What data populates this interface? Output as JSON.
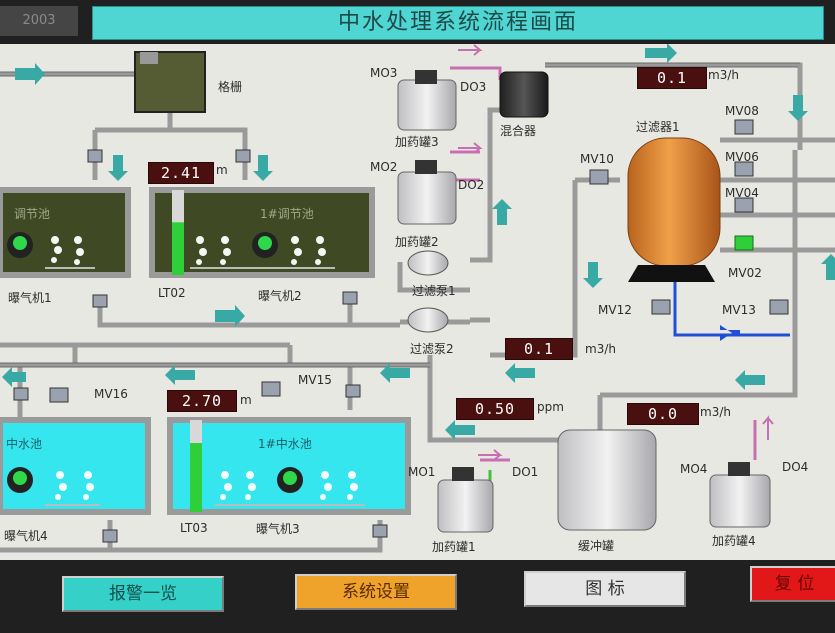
{
  "window": {
    "corner_text": "2003",
    "title": "中水处理系统流程画面"
  },
  "units": {
    "flow": "m3/h",
    "level": "m",
    "conc": "ppm"
  },
  "readouts": {
    "flow_top": "0.1",
    "level_lt02": "2.41",
    "flow_mid": "0.1",
    "level_lt03": "2.70",
    "conc": "0.50",
    "flow_right": "0.0"
  },
  "labels": {
    "screen": "格栅",
    "mixer": "混合器",
    "filter": "过滤器1",
    "dosing_tank3": "加药罐3",
    "dosing_tank2": "加药罐2",
    "dosing_tank1": "加药罐1",
    "dosing_tank4": "加药罐4",
    "buffer_tank": "缓冲罐",
    "pump1": "过滤泵1",
    "pump2": "过滤泵2",
    "blower1": "曝气机1",
    "blower2": "曝气机2",
    "blower3": "曝气机3",
    "blower4": "曝气机4",
    "pool_left_top": "调节池",
    "pool_right_top": "1#调节池",
    "pool_left_bottom": "中水池",
    "pool_right_bottom": "1#中水池"
  },
  "tags": {
    "mo3": "MO3",
    "do3": "DO3",
    "mo2": "MO2",
    "do2": "DO2",
    "mo1": "MO1",
    "do1": "DO1",
    "mo4": "MO4",
    "do4": "DO4",
    "mv10": "MV10",
    "mv08": "MV08",
    "mv06": "MV06",
    "mv04": "MV04",
    "mv02": "MV02",
    "mv12": "MV12",
    "mv13": "MV13",
    "mv15": "MV15",
    "mv16": "MV16",
    "lt02": "LT02",
    "lt03": "LT03"
  },
  "levels": {
    "lt02": 0.62,
    "lt03": 0.75
  },
  "buttons": {
    "alarm": "报警一览",
    "settings": "系统设置",
    "legend": "图 标",
    "reset": "复 位"
  },
  "colors": {
    "title_bar": "#4fd5d2",
    "pool_green": "#3f4a25",
    "pool_cyan": "#35e6ee",
    "filter_orange": "#e3892b",
    "value_bg": "#4a1010",
    "btn_alarm": "#35d1c8",
    "btn_settings": "#f0a32a",
    "btn_legend": "#e6e6e6",
    "btn_reset": "#e21818"
  }
}
